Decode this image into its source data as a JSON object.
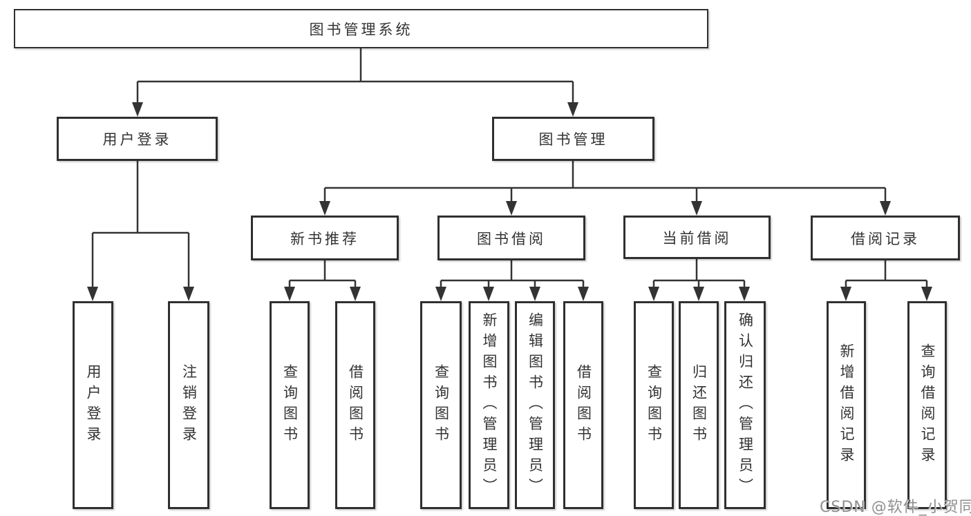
{
  "tree": {
    "root": "图书管理系统",
    "branches": [
      {
        "label": "用户登录",
        "children": [
          "用户登录",
          "注销登录"
        ]
      },
      {
        "label": "图书管理",
        "groups": [
          {
            "label": "新书推荐",
            "children": [
              "查询图书",
              "借阅图书"
            ]
          },
          {
            "label": "图书借阅",
            "children": [
              "查询图书",
              "新增图书（管理员）",
              "编辑图书（管理员）",
              "借阅图书"
            ]
          },
          {
            "label": "当前借阅",
            "children": [
              "查询图书",
              "归还图书",
              "确认归还（管理员）"
            ]
          },
          {
            "label": "借阅记录",
            "children": [
              "新增借阅记录",
              "查询借阅记录"
            ]
          }
        ]
      }
    ]
  },
  "watermark": "CSDN @软件_小贺同学",
  "colors": {
    "line": "#333333",
    "box_border": "#2f2f2f",
    "text": "#333333",
    "background": "#ffffff",
    "watermark": "#8f8f8f"
  }
}
